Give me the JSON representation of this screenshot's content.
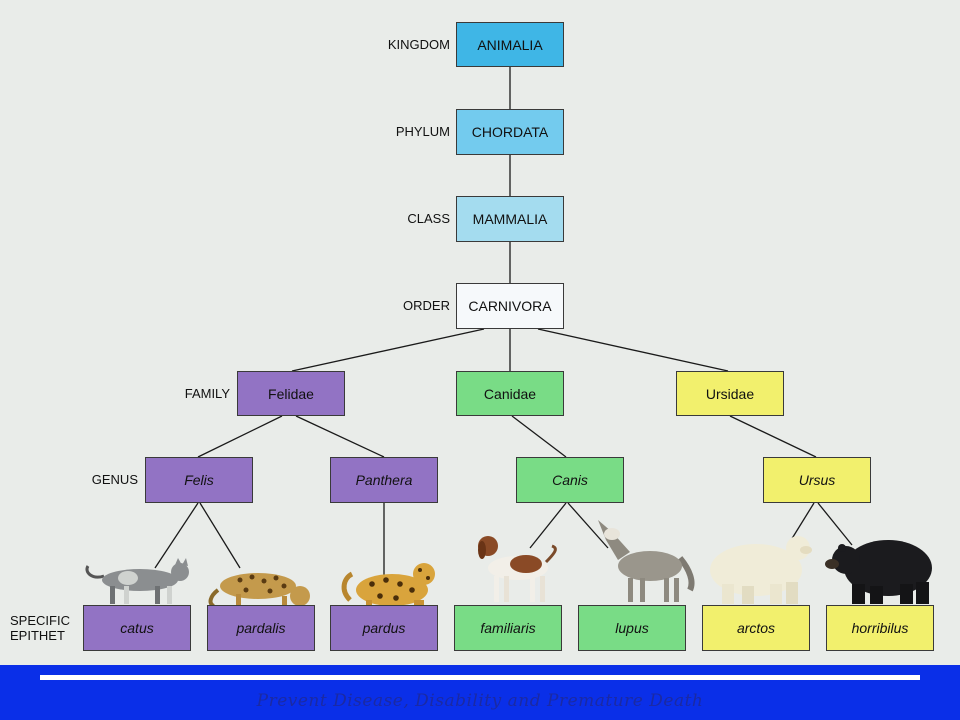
{
  "ranks": {
    "kingdom": "KINGDOM",
    "phylum": "PHYLUM",
    "class": "CLASS",
    "order": "ORDER",
    "family": "FAMILY",
    "genus": "GENUS",
    "specific_epithet": "SPECIFIC EPITHET"
  },
  "taxa": {
    "kingdom": "ANIMALIA",
    "phylum": "CHORDATA",
    "class": "MAMMALIA",
    "order": "CARNIVORA",
    "families": [
      "Felidae",
      "Canidae",
      "Ursidae"
    ],
    "genera": [
      "Felis",
      "Panthera",
      "Canis",
      "Ursus"
    ],
    "epithets": [
      "catus",
      "pardalis",
      "pardus",
      "familiaris",
      "lupus",
      "arctos",
      "horribilus"
    ]
  },
  "colors": {
    "kingdom": "#3fb6e6",
    "phylum": "#73cbee",
    "class": "#a4dcef",
    "order": "#f6f9fb",
    "felidae": "#9273c4",
    "canidae": "#79dc86",
    "ursidae": "#f2f06d"
  },
  "footer": {
    "tagline": "Prevent Disease, Disability and Premature Death"
  }
}
